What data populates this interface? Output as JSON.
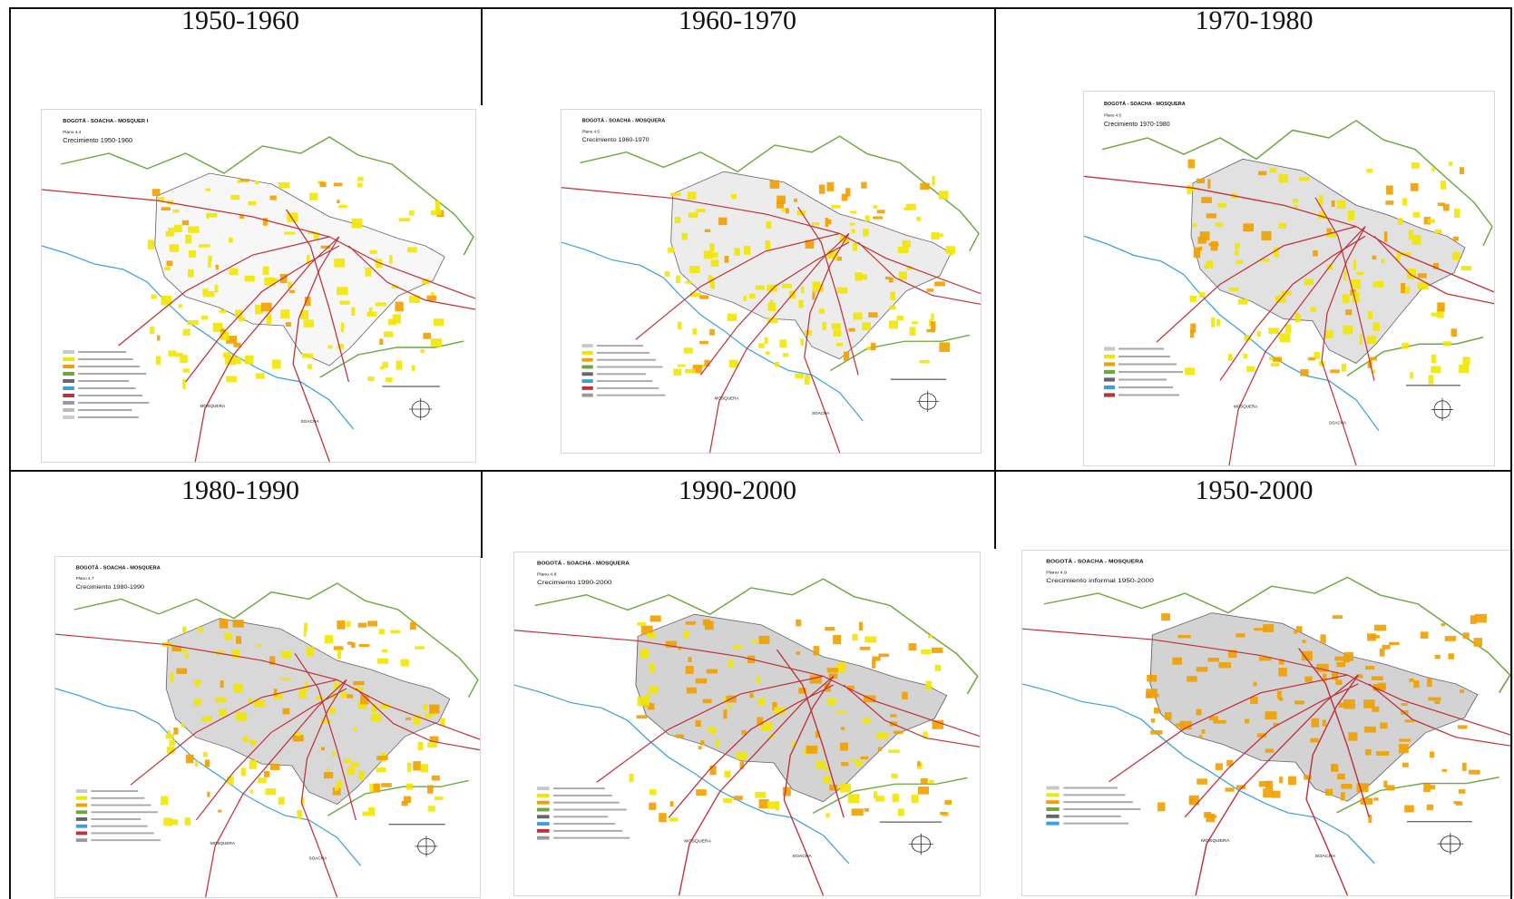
{
  "panels": [
    {
      "period": "1950-1960",
      "map_header": "BOGOTÁ - SOACHA - MOSQUER I",
      "map_plate": "Plano 4.4",
      "map_title": "Crecimiento 1950-1960",
      "color": "#f2e600",
      "legend_count": 10,
      "shade": 0.15,
      "orange": 0.2
    },
    {
      "period": "1960-1970",
      "map_header": "BOGOTÁ - SOACHA - MOSQUERA",
      "map_plate": "Plano 4.5",
      "map_title": "Crecimiento 1960-1970",
      "color": "#f2e600",
      "legend_count": 8,
      "shade": 0.35,
      "orange": 0.35
    },
    {
      "period": "1970-1980",
      "map_header": "BOGOTÁ - SOACHA - MOSQUERA",
      "map_plate": "Plano 4.6",
      "map_title": "Crecimiento 1970-1980",
      "color": "#f2e600",
      "legend_count": 7,
      "shade": 0.55,
      "orange": 0.3
    },
    {
      "period": "1980-1990",
      "map_header": "BOGOTÁ - SOACHA - MOSQUERA",
      "map_plate": "Plano 4.7",
      "map_title": "Crecimiento 1980-1990",
      "color": "#f2e600",
      "legend_count": 8,
      "shade": 0.7,
      "orange": 0.3
    },
    {
      "period": "1990-2000",
      "map_header": "BOGOTÁ - SOACHA - MOSQUERA",
      "map_plate": "Plano 4.8",
      "map_title": "Crecimiento 1990-2000",
      "color": "#f2e600",
      "legend_count": 8,
      "shade": 0.8,
      "orange": 0.5
    },
    {
      "period": "1950-2000",
      "map_header": "BOGOTÁ - SOACHA - MOSQUERA",
      "map_plate": "Plano 4.9",
      "map_title": "Crecimiento informal 1950-2000",
      "color": "#f0a000",
      "legend_count": 6,
      "shade": 0.8,
      "orange": 1.0
    }
  ],
  "place_labels": {
    "mosquera": "MOSQUERA",
    "soacha": "SOACHA"
  },
  "colors": {
    "formal_growth": "#f2e600",
    "informal_growth": "#f0a000",
    "urban_area": "#c8c8c8",
    "district_perimeter": "#6aa83c",
    "river": "#3aa0d8",
    "main_roads": "#c0303a",
    "urban_perimeter": "#666666"
  }
}
